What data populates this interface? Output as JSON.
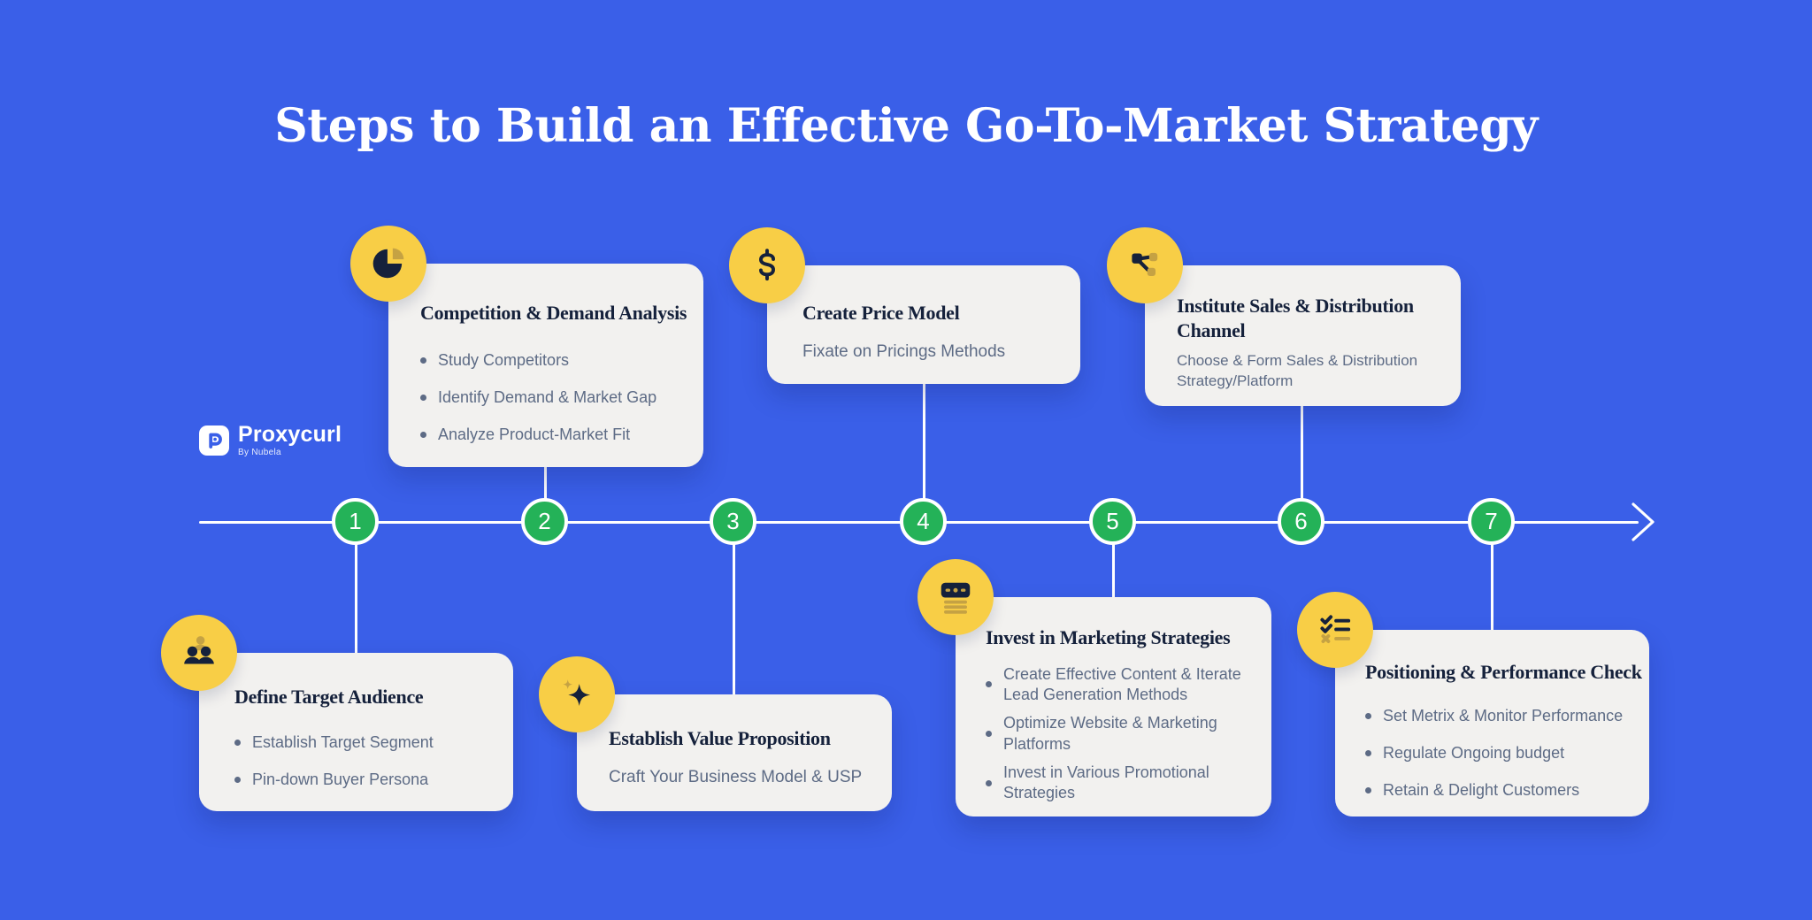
{
  "header": {
    "title": "Steps to Build an Effective Go-To-Market Strategy"
  },
  "logo": {
    "name": "Proxycurl",
    "tagline": "By Nubela",
    "letter": "P"
  },
  "colors": {
    "background": "#3A5FE8",
    "card": "#F2F1EF",
    "badge_yellow": "#F8CE46",
    "icon_navy": "#15213B",
    "icon_olive": "#C5A243",
    "step_green": "#24B258",
    "muted_text": "#5D6B85",
    "white": "#FFFFFF"
  },
  "timeline": {
    "steps": [
      "1",
      "2",
      "3",
      "4",
      "5",
      "6",
      "7"
    ]
  },
  "cards": [
    {
      "step": "1",
      "icon": "people-icon",
      "title": "Define Target Audience",
      "bullets": [
        "Establish Target Segment",
        "Pin-down Buyer Persona"
      ]
    },
    {
      "step": "2",
      "icon": "pie-chart-icon",
      "title": "Competition & Demand Analysis",
      "bullets": [
        "Study Competitors",
        "Identify Demand & Market Gap",
        "Analyze Product-Market Fit"
      ]
    },
    {
      "step": "3",
      "icon": "sparkle-icon",
      "title": "Establish Value Proposition",
      "subtitle": "Craft Your Business Model & USP"
    },
    {
      "step": "4",
      "icon": "dollar-icon",
      "icon_glyph": "$",
      "title": "Create Price Model",
      "subtitle": "Fixate on Pricings Methods"
    },
    {
      "step": "5",
      "icon": "cash-stack-icon",
      "title": "Invest in Marketing Strategies",
      "bullets": [
        "Create Effective Content & Iterate Lead Generation Methods",
        "Optimize Website & Marketing Platforms",
        "Invest in Various Promotional Strategies"
      ]
    },
    {
      "step": "6",
      "icon": "share-network-icon",
      "title": "Institute Sales & Distribution Channel",
      "subtitle": "Choose & Form Sales & Distribution Strategy/Platform"
    },
    {
      "step": "7",
      "icon": "checklist-icon",
      "title": "Positioning & Performance Check",
      "bullets": [
        "Set Metrix & Monitor Performance",
        "Regulate Ongoing budget",
        "Retain & Delight Customers"
      ]
    }
  ]
}
